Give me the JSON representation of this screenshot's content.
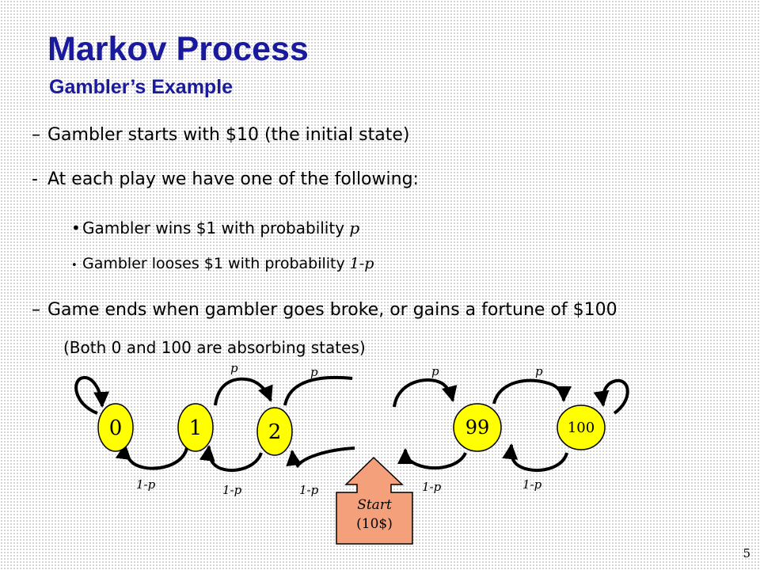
{
  "slide": {
    "title": "Markov Process",
    "subtitle": "Gambler’s Example",
    "page_number": "5"
  },
  "bullets": {
    "b1_dash": "–",
    "b1": "Gambler starts with $10 (the initial state)",
    "b2_dash": "-",
    "b2": "At each play we have one of the following:",
    "b3_text": "Gambler wins $1 with probability ",
    "b3_var": "p",
    "b4_text": "Gambler looses $1 with probability ",
    "b4_var": "1-p",
    "b5_dash": "–",
    "b5": "Game ends when gambler goes broke, or gains a fortune of $100",
    "b6": "(Both 0 and 100 are absorbing states)"
  },
  "diagram": {
    "states": [
      "0",
      "1",
      "2",
      "99",
      "100"
    ],
    "forward_labels": [
      "p",
      "p",
      "p",
      "p"
    ],
    "backward_labels": [
      "1-p",
      "1-p",
      "1-p",
      "1-p",
      "1-p"
    ],
    "start_line1": "Start",
    "start_line2": "(10$)",
    "colors": {
      "state_fill": "#ffff00",
      "start_fill": "#f4a07a"
    }
  }
}
